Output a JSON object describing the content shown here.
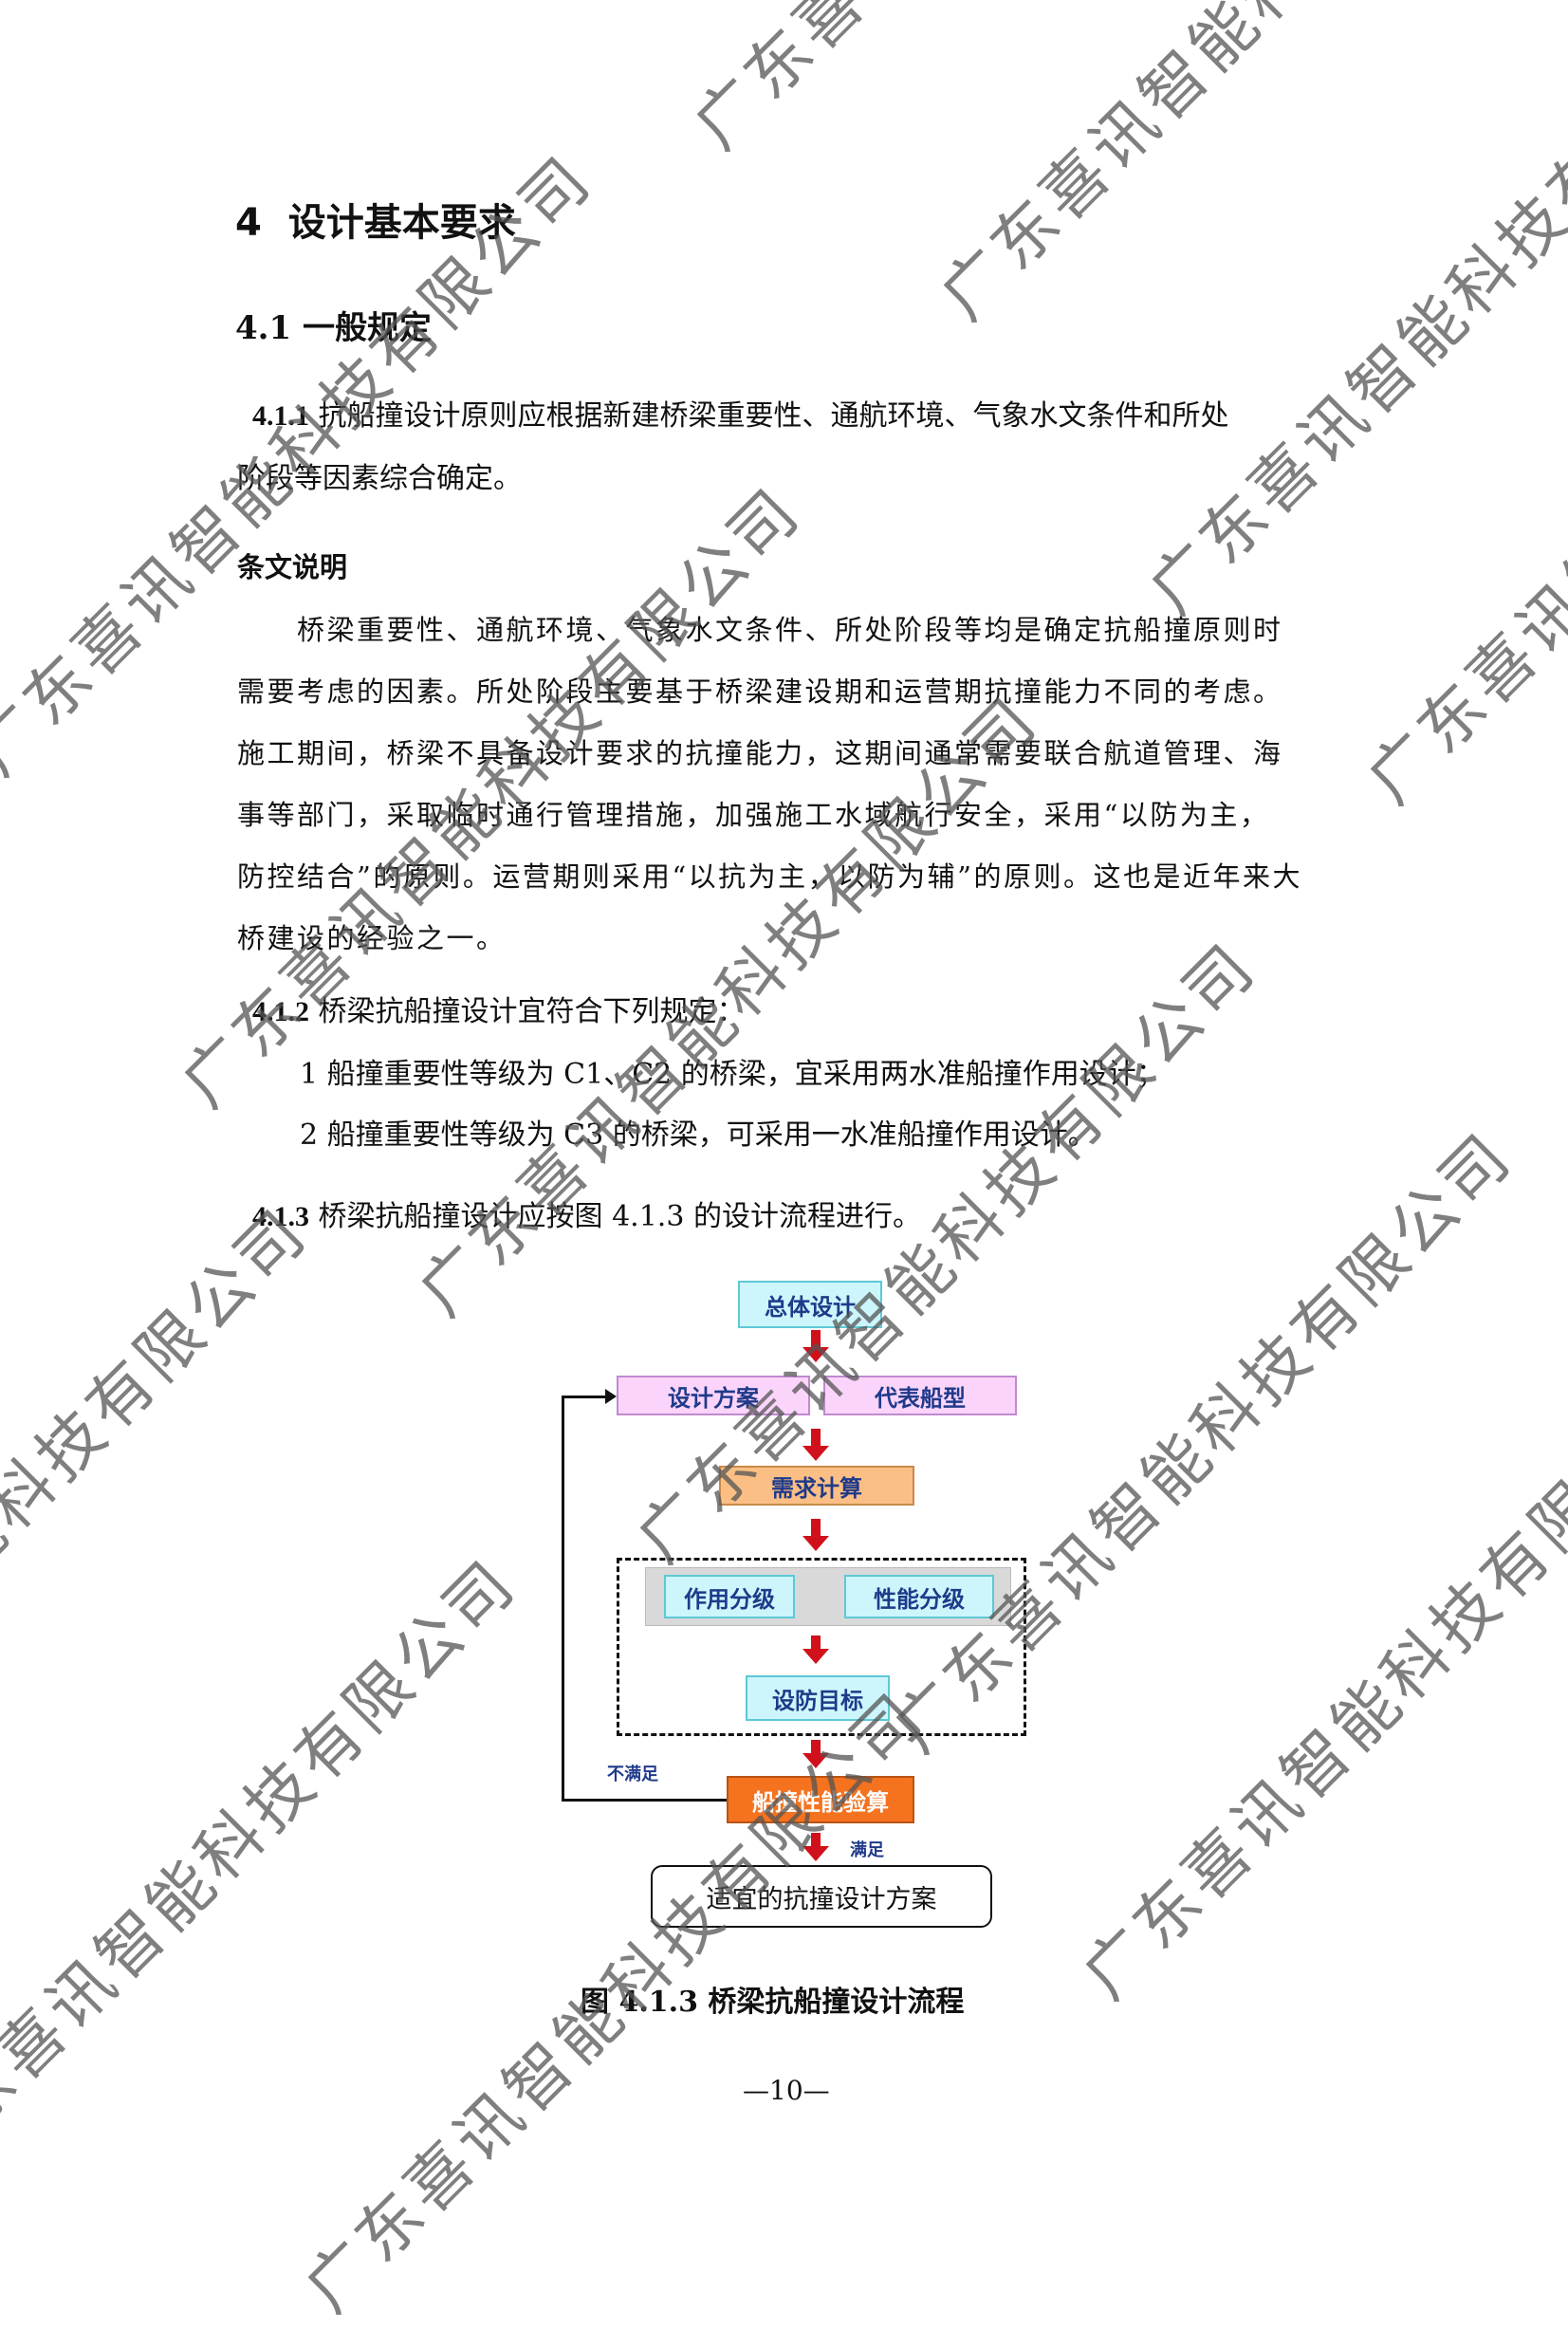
{
  "heading": {
    "num": "4",
    "text": "设计基本要求"
  },
  "section": {
    "num": "4.1",
    "text": "一般规定"
  },
  "clause_411": {
    "num": "4.1.1",
    "line1": "抗船撞设计原则应根据新建桥梁重要性、通航环境、气象水文条件和所处",
    "line2": "阶段等因素综合确定。"
  },
  "note": {
    "title": "条文说明",
    "lines": [
      "　　桥梁重要性、通航环境、气象水文条件、所处阶段等均是确定抗船撞原则时",
      "需要考虑的因素。所处阶段主要基于桥梁建设期和运营期抗撞能力不同的考虑。",
      "施工期间，桥梁不具备设计要求的抗撞能力，这期间通常需要联合航道管理、海",
      "事等部门，采取临时通行管理措施，加强施工水域航行安全，采用“以防为主，",
      "防控结合”的原则。运营期则采用“以抗为主，以防为辅”的原则。这也是近年来大",
      "桥建设的经验之一。"
    ]
  },
  "clause_412": {
    "num": "4.1.2",
    "text": "桥梁抗船撞设计宜符合下列规定：",
    "items": [
      "1  船撞重要性等级为 C1、C2 的桥梁，宜采用两水准船撞作用设计；",
      "2  船撞重要性等级为 C3 的桥梁，可采用一水准船撞作用设计。"
    ]
  },
  "clause_413": {
    "num": "4.1.3",
    "text": "桥梁抗船撞设计应按图 4.1.3 的设计流程进行。"
  },
  "flowchart": {
    "overall": "总体设计",
    "scheme": "设计方案",
    "ship": "代表船型",
    "demand": "需求计算",
    "action_grade": "作用分级",
    "perf_grade": "性能分级",
    "target": "设防目标",
    "check": "船撞性能验算",
    "not_ok": "不满足",
    "ok": "满足",
    "final": "适宜的抗撞设计方案"
  },
  "caption": "图 4.1.3  桥梁抗船撞设计流程",
  "page_number": "—10—",
  "watermark": "广东喜讯智能科技有限公司",
  "colors": {
    "arrow": "#d0101a",
    "cyan": "#ccf6fb",
    "pink": "#fad4fa",
    "orange": "#f5731f",
    "text_blue": "#1f3a8a"
  }
}
